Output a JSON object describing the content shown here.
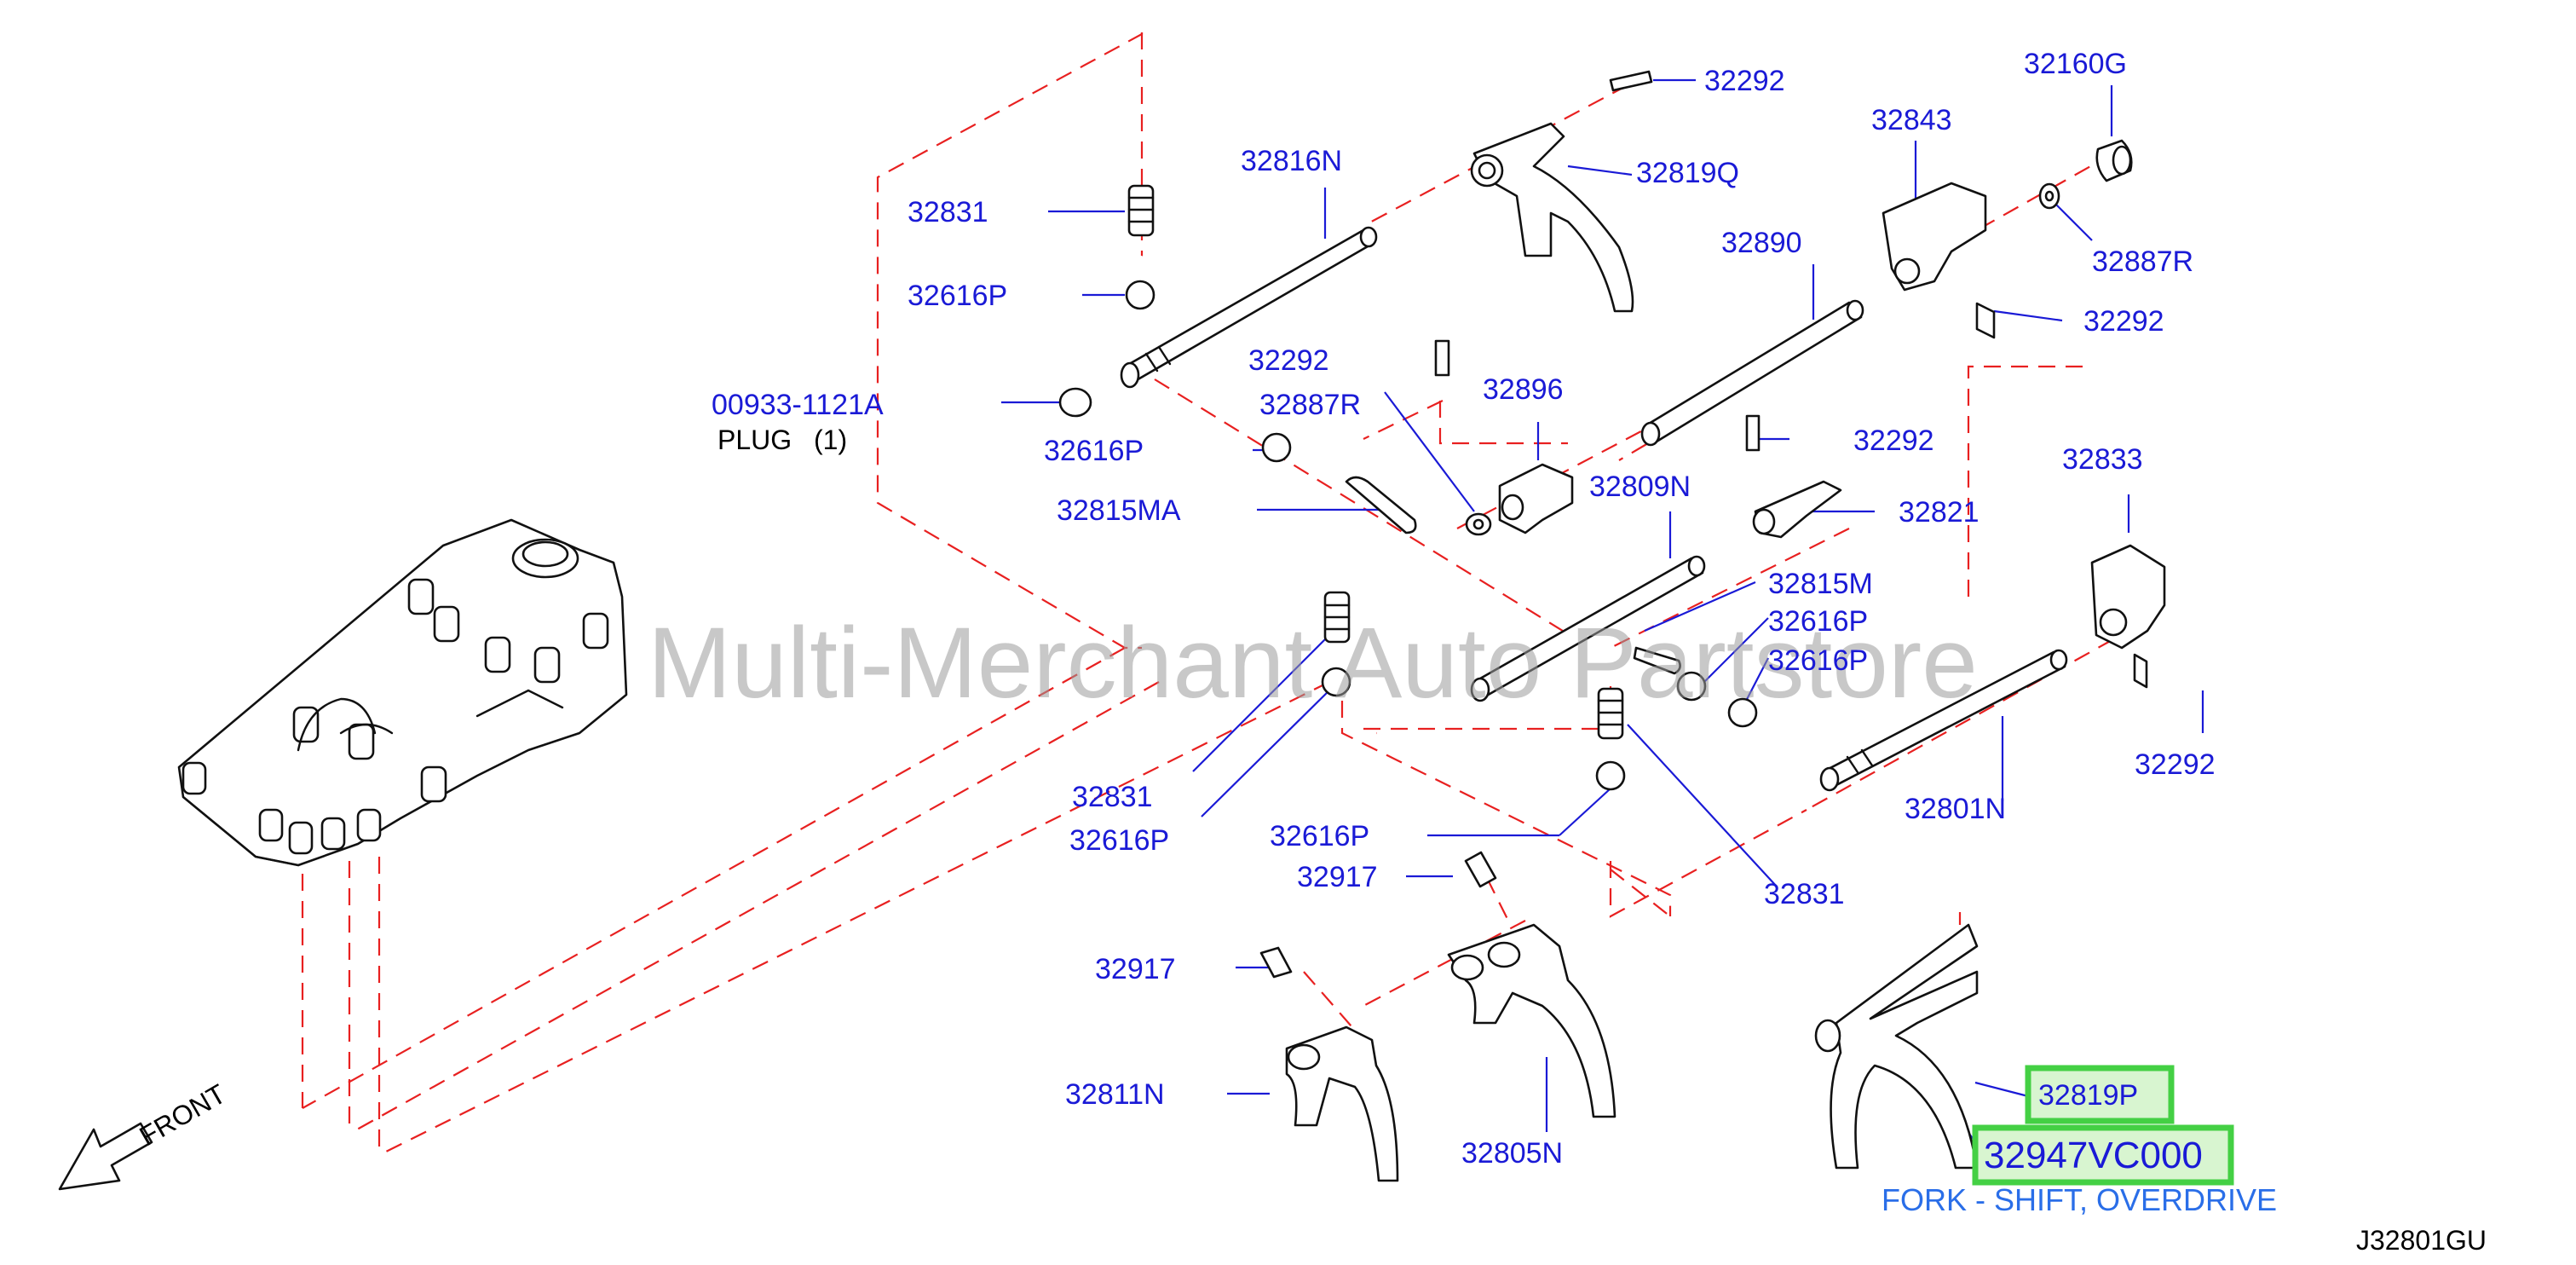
{
  "watermark": "Multi-Merchant Auto Partstore",
  "diagram_code": "J32801GU",
  "front_label": "FRONT",
  "labels": {
    "p32292_a": "32292",
    "p32160g": "32160G",
    "p32843": "32843",
    "p32816n": "32816N",
    "p32819q": "32819Q",
    "p32831_a": "32831",
    "p32887r_a": "32887R",
    "p32890": "32890",
    "p32616p_a": "32616P",
    "p32292_b": "32292",
    "p32292_c": "32292",
    "p00933": "00933-1121A",
    "plug": "PLUG",
    "plug_qty": "(1)",
    "p32887r_b": "32887R",
    "p32896": "32896",
    "p32616p_b": "32616P",
    "p32292_d": "32292",
    "p32833": "32833",
    "p32815ma": "32815MA",
    "p32809n": "32809N",
    "p32821": "32821",
    "p32815m": "32815M",
    "p32616p_c": "32616P",
    "p32616p_d": "32616P",
    "p32292_e": "32292",
    "p32831_b": "32831",
    "p32616p_e": "32616P",
    "p32801n": "32801N",
    "p32616p_f": "32616P",
    "p32917_a": "32917",
    "p32831_c": "32831",
    "p32917_b": "32917",
    "p32811n": "32811N",
    "p32805n": "32805N",
    "p32819p": "32819P",
    "p32947vc000": "32947VC000",
    "fork_desc": "FORK - SHIFT, OVERDRIVE"
  },
  "highlight_color": "#44d044",
  "label_color": "#1a1ad6",
  "dash_color": "#e82020"
}
